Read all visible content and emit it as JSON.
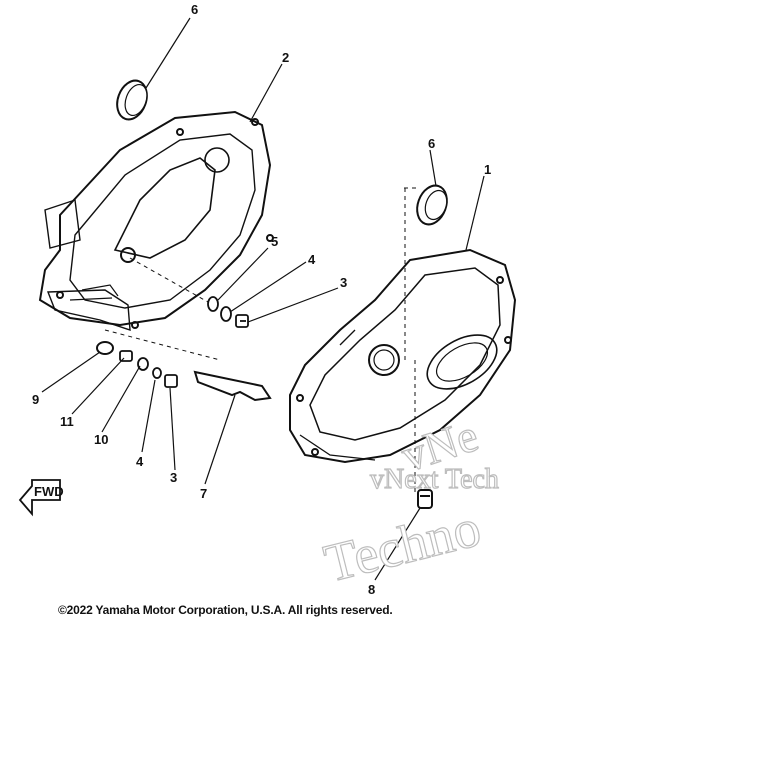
{
  "callouts": {
    "label_6_top": "6",
    "label_2": "2",
    "label_6_right": "6",
    "label_1": "1",
    "label_5": "5",
    "label_4_upper": "4",
    "label_3_upper": "3",
    "label_9": "9",
    "label_11": "11",
    "label_10": "10",
    "label_4_lower": "4",
    "label_3_lower": "3",
    "label_7": "7",
    "label_8": "8"
  },
  "fwd_marker": "FWD",
  "watermark": {
    "line1": "vNext Tech",
    "line2": "Techno",
    "line3": "vNe"
  },
  "copyright": "©2022 Yamaha Motor Corporation, U.S.A. All rights reserved.",
  "colors": {
    "line": "#111111",
    "background": "#ffffff"
  }
}
